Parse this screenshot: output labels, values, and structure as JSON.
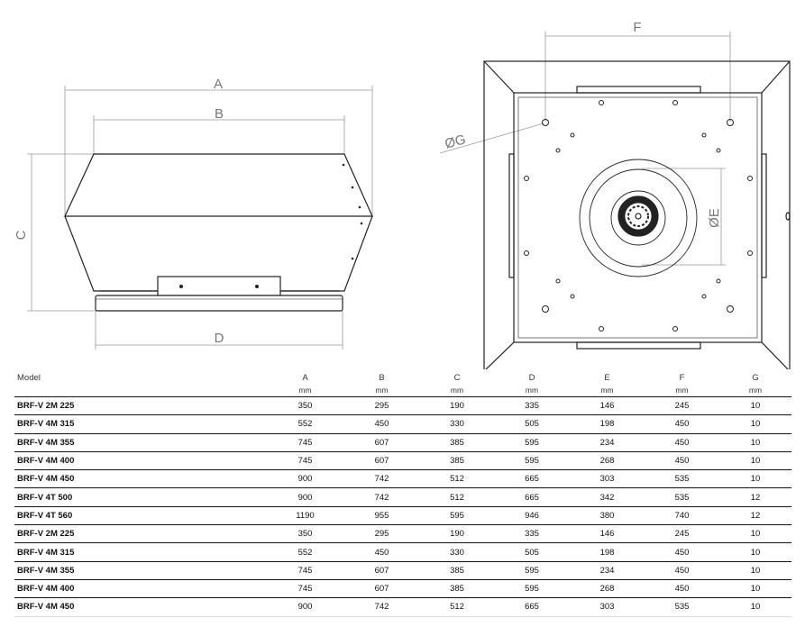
{
  "drawing": {
    "side_view_labels": {
      "a": "A",
      "b": "B",
      "c": "C",
      "d": "D"
    },
    "top_view_labels": {
      "f": "F",
      "g": "ØG",
      "e": "ØE"
    }
  },
  "table": {
    "headers": [
      "Model",
      "A",
      "B",
      "C",
      "D",
      "E",
      "F",
      "G"
    ],
    "units": [
      "",
      "mm",
      "mm",
      "mm",
      "mm",
      "mm",
      "mm",
      "mm"
    ],
    "rows": [
      [
        "BRF-V 2M 225",
        "350",
        "295",
        "190",
        "335",
        "146",
        "245",
        "10"
      ],
      [
        "BRF-V 4M 315",
        "552",
        "450",
        "330",
        "505",
        "198",
        "450",
        "10"
      ],
      [
        "BRF-V 4M 355",
        "745",
        "607",
        "385",
        "595",
        "234",
        "450",
        "10"
      ],
      [
        "BRF-V 4M 400",
        "745",
        "607",
        "385",
        "595",
        "268",
        "450",
        "10"
      ],
      [
        "BRF-V 4M 450",
        "900",
        "742",
        "512",
        "665",
        "303",
        "535",
        "10"
      ],
      [
        "BRF-V 4T 500",
        "900",
        "742",
        "512",
        "665",
        "342",
        "535",
        "12"
      ],
      [
        "BRF-V 4T 560",
        "1190",
        "955",
        "595",
        "946",
        "380",
        "740",
        "12"
      ],
      [
        "BRF-V 2M 225",
        "350",
        "295",
        "190",
        "335",
        "146",
        "245",
        "10"
      ],
      [
        "BRF-V 4M 315",
        "552",
        "450",
        "330",
        "505",
        "198",
        "450",
        "10"
      ],
      [
        "BRF-V 4M 355",
        "745",
        "607",
        "385",
        "595",
        "234",
        "450",
        "10"
      ],
      [
        "BRF-V 4M 400",
        "745",
        "607",
        "385",
        "595",
        "268",
        "450",
        "10"
      ],
      [
        "BRF-V 4M 450",
        "900",
        "742",
        "512",
        "665",
        "303",
        "535",
        "10"
      ]
    ]
  }
}
